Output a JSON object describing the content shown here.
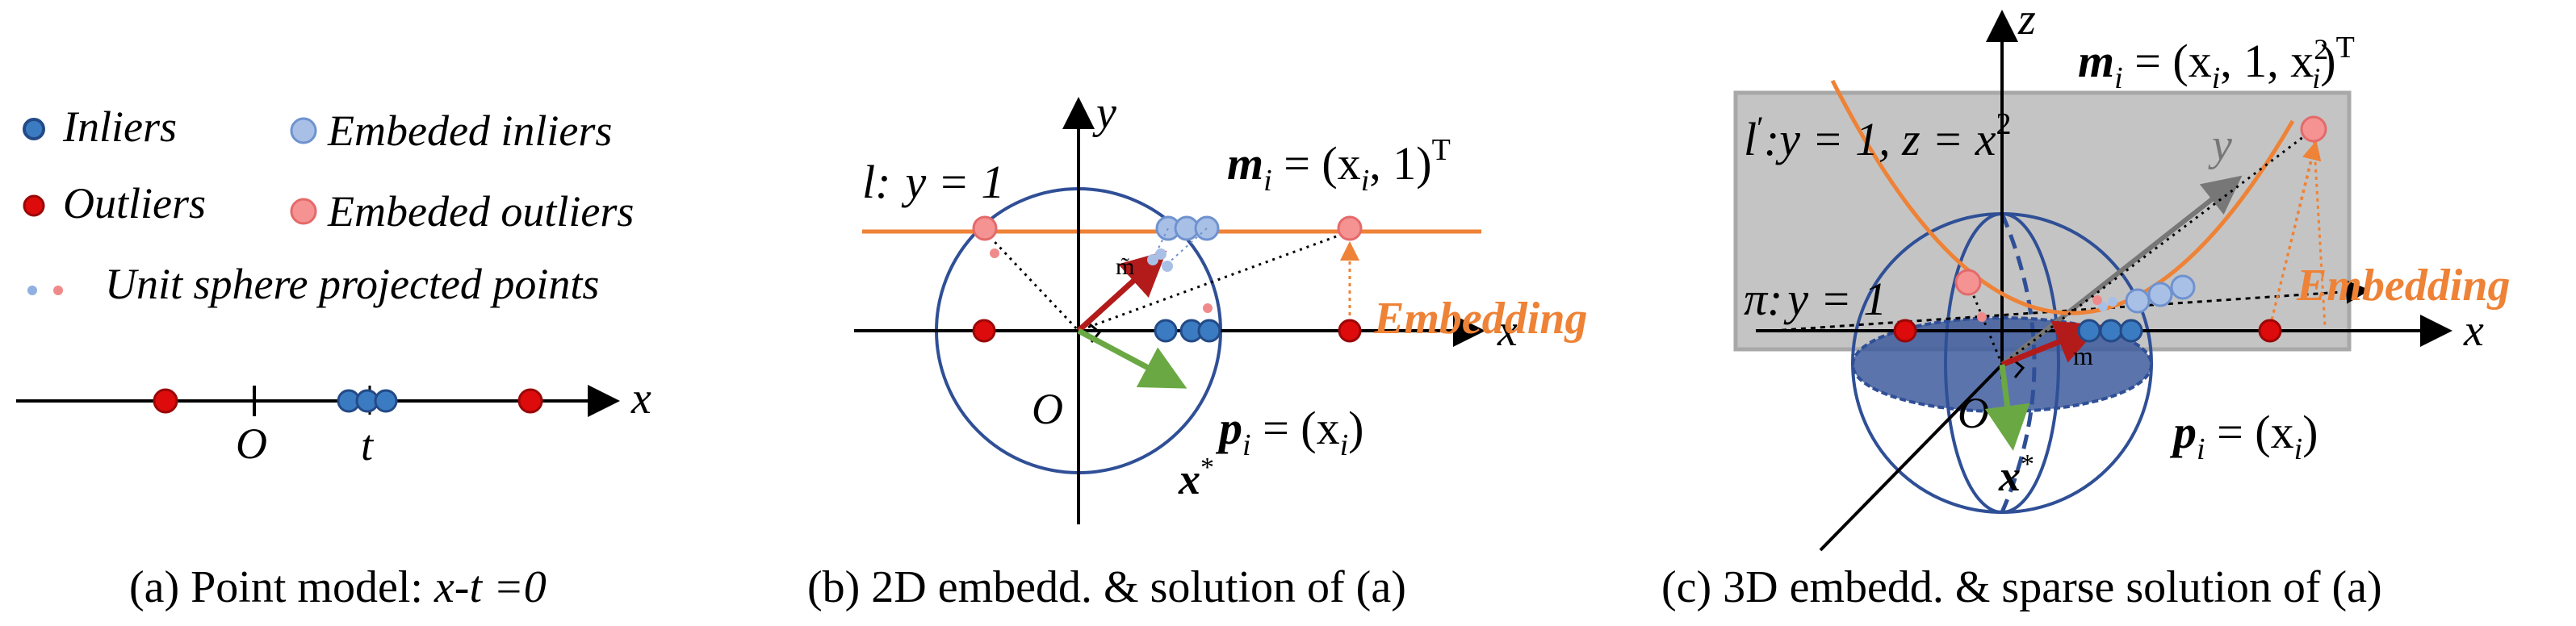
{
  "legend": {
    "inliers": "Inliers",
    "outliers": "Outliers",
    "embedded_inliers": "Embeded inliers",
    "embedded_outliers": "Embeded outliers",
    "projected": "Unit sphere projected points"
  },
  "panel_a": {
    "axis_x": "x",
    "origin": "O",
    "t": "t",
    "caption_prefix": "(a)  Point model: ",
    "caption_eq": "x-t =0"
  },
  "panel_b": {
    "axis_x": "x",
    "axis_y": "y",
    "origin": "O",
    "line_name": "l:",
    "line_eq": "y = 1",
    "m_label": "m",
    "m_eq": " = (x",
    "m_eq_sub": "i",
    "m_eq_end": ", 1)",
    "mtilde": "m̃",
    "embedding": "Embedding",
    "x_star": "x",
    "star": "*",
    "p_label": "p",
    "p_sub": "i",
    "p_eq": " = (x",
    "p_eq_sub": "i",
    "p_eq_end": ")",
    "caption": "(b) 2D embedd. & solution of (a)"
  },
  "panel_c": {
    "axis_x": "x",
    "axis_y": "y",
    "axis_z": "z",
    "origin": "O",
    "line_name": "l",
    "line_eq": ":y = 1, z = x",
    "pi_label": "π:",
    "pi_eq": "y = 1",
    "m_label": "m",
    "m_sub": "i",
    "m_eq": " = (x",
    "m_eq_sub": "i",
    "m_eq_mid": ", 1, x",
    "m_eq_end": ")",
    "m_small": "m",
    "embedding": "Embedding",
    "x_star": "x",
    "star": "*",
    "p_label": "p",
    "p_sub": "i",
    "p_eq": " = (x",
    "p_eq_sub": "i",
    "p_eq_end": ")",
    "caption": "(c) 3D embedd. & sparse solution of (a)"
  },
  "sup": {
    "two": "2",
    "transpose": "T"
  },
  "colors": {
    "inlier": "#3b7bc2",
    "outlier": "#dd0b0b",
    "embedded_inlier": "#a9c0e6",
    "embedded_outlier": "#f59393",
    "orange": "#ee8236",
    "circle": "#2f4f96",
    "green": "#6aa843",
    "darkred": "#b31b1b",
    "plane": "#c4c4c4"
  }
}
